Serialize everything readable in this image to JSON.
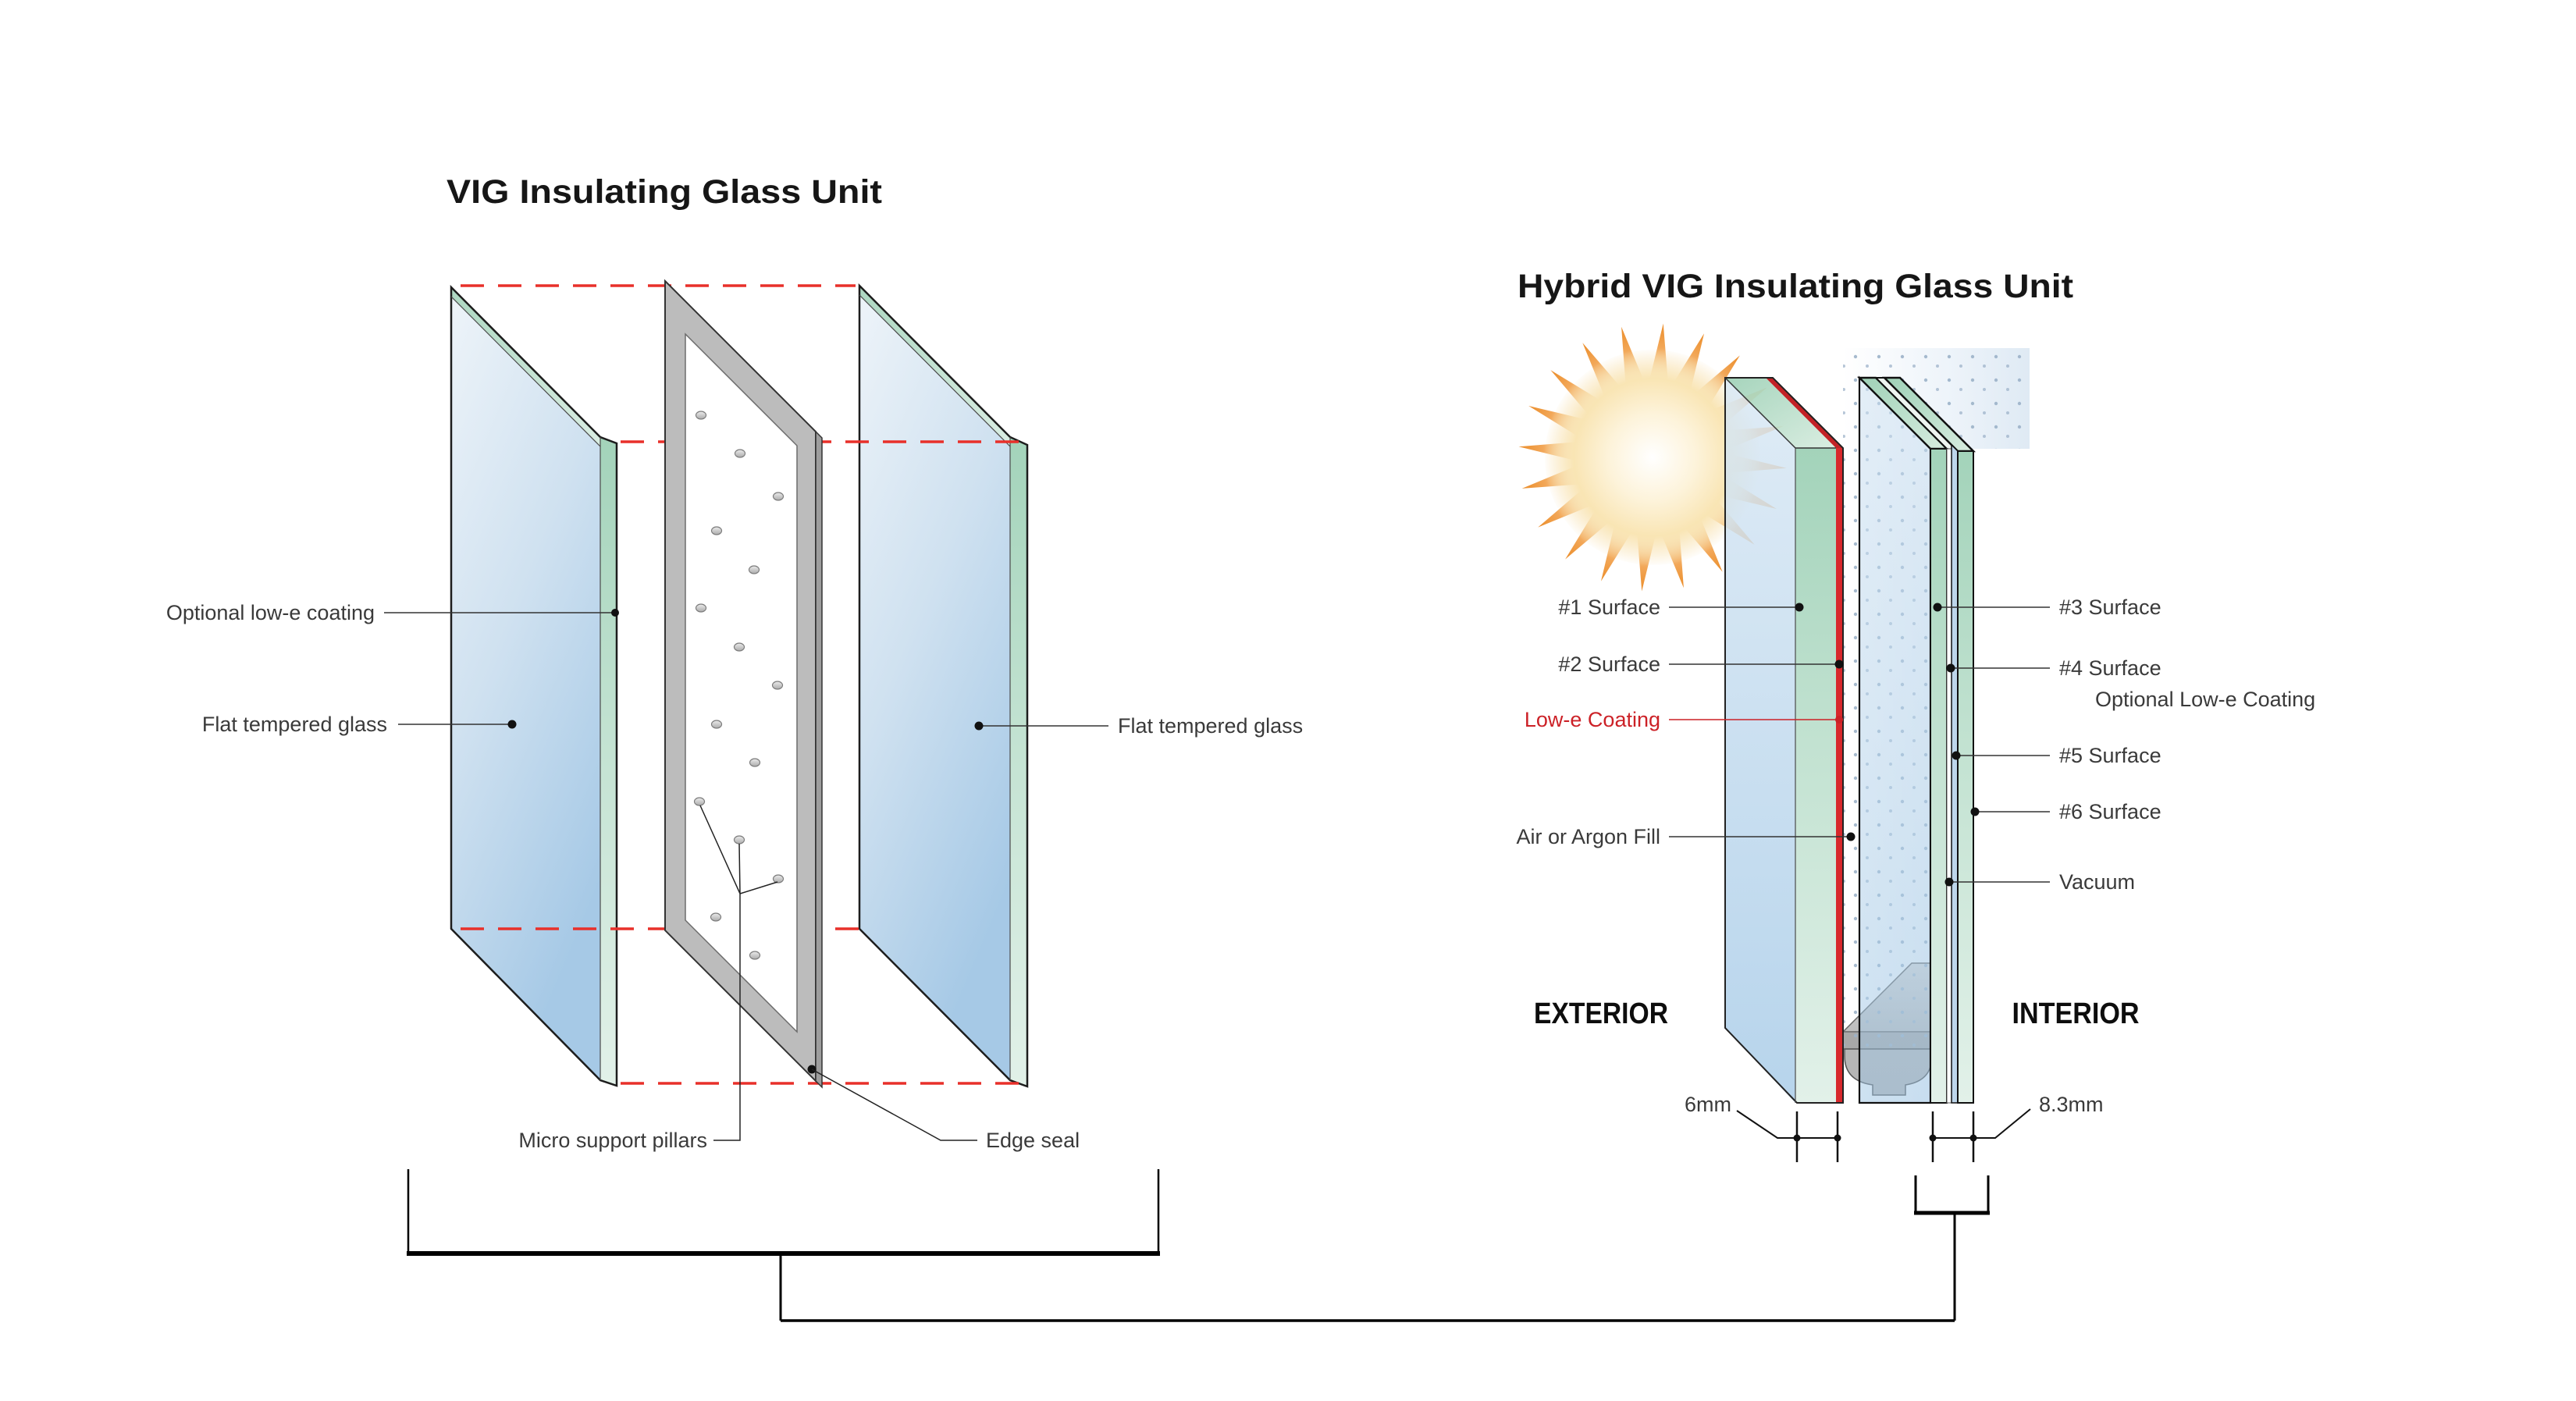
{
  "left_diagram": {
    "title": "VIG Insulating Glass Unit",
    "labels": {
      "optional_lowe": "Optional low-e coating",
      "flat_glass_left": "Flat tempered glass",
      "flat_glass_right": "Flat tempered glass",
      "micro_pillars": "Micro support pillars",
      "edge_seal": "Edge seal"
    }
  },
  "right_diagram": {
    "title": "Hybrid VIG Insulating Glass Unit",
    "labels": {
      "surface1": "#1 Surface",
      "surface2": "#2 Surface",
      "lowe_coating": "Low-e Coating",
      "air_argon": "Air or Argon Fill",
      "surface3": "#3 Surface",
      "surface4": "#4 Surface",
      "surface4b": "Optional Low-e Coating",
      "surface5": "#5 Surface",
      "surface6": "#6 Surface",
      "vacuum": "Vacuum",
      "exterior": "EXTERIOR",
      "interior": "INTERIOR"
    },
    "dimensions": {
      "outer_glass": "6mm",
      "vig_unit": "8.3mm"
    }
  },
  "icons": {
    "sun": "sun-icon"
  },
  "colors": {
    "dashed_guide_red": "#e8302a",
    "lowe_red": "#cc2127",
    "coating_red": "#d8282c",
    "glass_blue_light": "#ecf2f8",
    "glass_blue_deep": "#a6c9e6",
    "glass_edge_green": "#a3d3ba",
    "frame_gray": "#bcbcbc",
    "sill_gray": "#b6b6b6",
    "sun_orange": "#eb8c28",
    "argon_dot_blue": "#9db3c9",
    "line_dark": "#222222"
  }
}
